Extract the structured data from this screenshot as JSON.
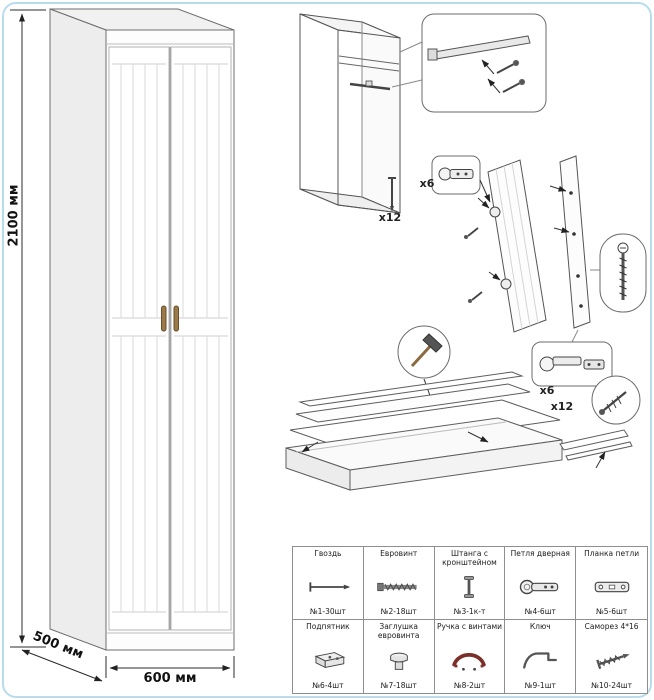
{
  "frame": {
    "border_color": "#b9dcec",
    "background": "#ffffff"
  },
  "dimensions": {
    "height": "2100 мм",
    "depth": "500 мм",
    "width": "600 мм"
  },
  "callouts": {
    "top_screws_qty": "x12",
    "top_hinges_qty": "x6",
    "bottom_hinges_qty": "x6",
    "bottom_screws_qty": "x12"
  },
  "parts_table": {
    "rows": [
      [
        {
          "title": "Гвоздь",
          "qty": "№1-30шт",
          "icon": "nail-icon"
        },
        {
          "title": "Евровинт",
          "qty": "№2-18шт",
          "icon": "euroscrew-icon"
        },
        {
          "title": "Штанга с кронштейном",
          "qty": "№3-1к-т",
          "icon": "rod-with-bracket-icon"
        },
        {
          "title": "Петля дверная",
          "qty": "№4-6шт",
          "icon": "door-hinge-icon"
        },
        {
          "title": "Планка петли",
          "qty": "№5-6шт",
          "icon": "hinge-plate-icon"
        }
      ],
      [
        {
          "title": "Подпятник",
          "qty": "№6-4шт",
          "icon": "foot-pad-icon"
        },
        {
          "title": "Заглушка евровинта",
          "qty": "№7-18шт",
          "icon": "screw-cap-icon"
        },
        {
          "title": "Ручка с винтами",
          "qty": "№8-2шт",
          "icon": "handle-icon"
        },
        {
          "title": "Ключ",
          "qty": "№9-1шт",
          "icon": "key-icon"
        },
        {
          "title": "Саморез 4*16",
          "qty": "№10-24шт",
          "icon": "screw-icon"
        }
      ]
    ]
  }
}
